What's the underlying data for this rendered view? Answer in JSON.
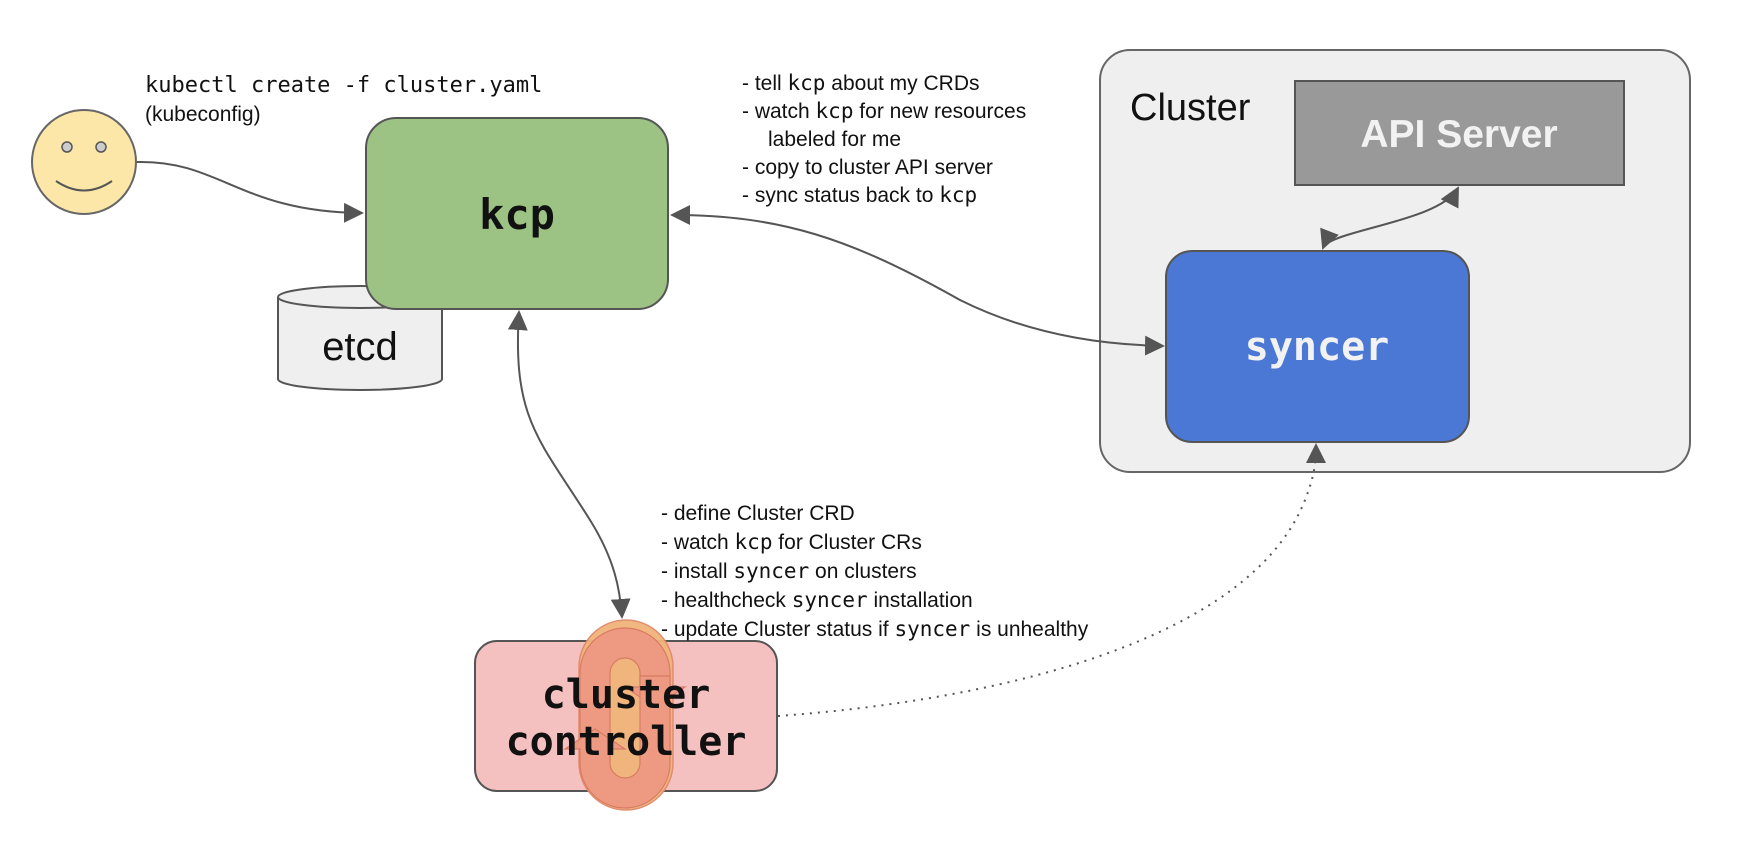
{
  "user": {
    "command": "kubectl create -f cluster.yaml",
    "note": "(kubeconfig)"
  },
  "kcp": {
    "label": "kcp"
  },
  "etcd": {
    "label": "etcd"
  },
  "cluster_box": {
    "label": "Cluster"
  },
  "api_server": {
    "label": "API Server"
  },
  "syncer": {
    "label": "syncer"
  },
  "cluster_controller": {
    "line1": "cluster",
    "line2": "controller"
  },
  "syncer_notes": [
    {
      "parts": [
        {
          "t": "- tell ",
          "m": false
        },
        {
          "t": "kcp",
          "m": true
        },
        {
          "t": " about my CRDs",
          "m": false
        }
      ]
    },
    {
      "parts": [
        {
          "t": "- watch ",
          "m": false
        },
        {
          "t": "kcp",
          "m": true
        },
        {
          "t": " for new resources",
          "m": false
        }
      ]
    },
    {
      "parts": [
        {
          "t": "labeled for me",
          "m": false
        }
      ],
      "indent": true
    },
    {
      "parts": [
        {
          "t": "- copy to cluster API server",
          "m": false
        }
      ]
    },
    {
      "parts": [
        {
          "t": "- sync status back to ",
          "m": false
        },
        {
          "t": "kcp",
          "m": true
        }
      ]
    }
  ],
  "controller_notes": [
    {
      "parts": [
        {
          "t": "- define Cluster CRD",
          "m": false
        }
      ]
    },
    {
      "parts": [
        {
          "t": "- watch ",
          "m": false
        },
        {
          "t": "kcp",
          "m": true
        },
        {
          "t": " for Cluster CRs",
          "m": false
        }
      ]
    },
    {
      "parts": [
        {
          "t": "- install ",
          "m": false
        },
        {
          "t": "syncer",
          "m": true
        },
        {
          "t": " on clusters",
          "m": false
        }
      ]
    },
    {
      "parts": [
        {
          "t": "- healthcheck ",
          "m": false
        },
        {
          "t": "syncer",
          "m": true
        },
        {
          "t": " installation",
          "m": false
        }
      ]
    },
    {
      "parts": [
        {
          "t": "- update Cluster status if ",
          "m": false
        },
        {
          "t": "syncer",
          "m": true
        },
        {
          "t": " is unhealthy",
          "m": false
        }
      ]
    }
  ],
  "colors": {
    "kcp_fill": "#9dc384",
    "syncer_fill": "#4a78d4",
    "api_fill": "#999999",
    "cluster_fill": "#efefef",
    "controller_fill": "#f5c1c0",
    "smiley_fill": "#fce6a8",
    "loop_fill": "#f0b47a",
    "loop_arrow_fill": "#ee9a82",
    "stroke": "#555555"
  }
}
